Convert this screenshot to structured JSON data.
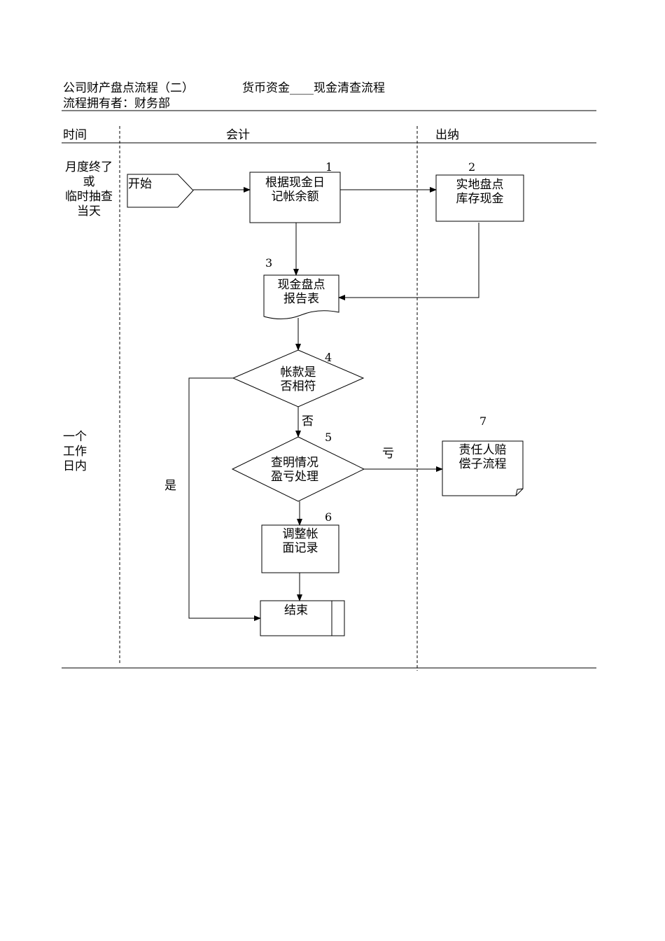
{
  "header": {
    "title": "公司财产盘点流程（二）",
    "subtitle": "货币资金____现金清查流程",
    "owner": "流程拥有者：财务部"
  },
  "columns": {
    "time": "时间",
    "accounting": "会计",
    "cashier": "出纳"
  },
  "time_labels": {
    "period1": [
      "月度终了",
      "或",
      "临时抽查",
      "当天"
    ],
    "period2": [
      "一个",
      "工作",
      "日内"
    ]
  },
  "nodes": {
    "start": {
      "label": "开始"
    },
    "n1": {
      "num": "1",
      "lines": [
        "根据现金日",
        "记帐余额"
      ]
    },
    "n2": {
      "num": "2",
      "lines": [
        "实地盘点",
        "库存现金"
      ]
    },
    "n3": {
      "num": "3",
      "lines": [
        "现金盘点",
        "报告表"
      ]
    },
    "n4": {
      "num": "4",
      "lines": [
        "帐款是",
        "否相符"
      ]
    },
    "n5": {
      "num": "5",
      "lines": [
        "查明情况",
        "盈亏处理"
      ]
    },
    "n6": {
      "num": "6",
      "lines": [
        "调整帐",
        "面记录"
      ]
    },
    "n7": {
      "num": "7",
      "lines": [
        "责任人赔",
        "偿子流程"
      ]
    },
    "end": {
      "label": "结束"
    }
  },
  "edge_labels": {
    "no": "否",
    "yes": "是",
    "loss": "亏"
  }
}
